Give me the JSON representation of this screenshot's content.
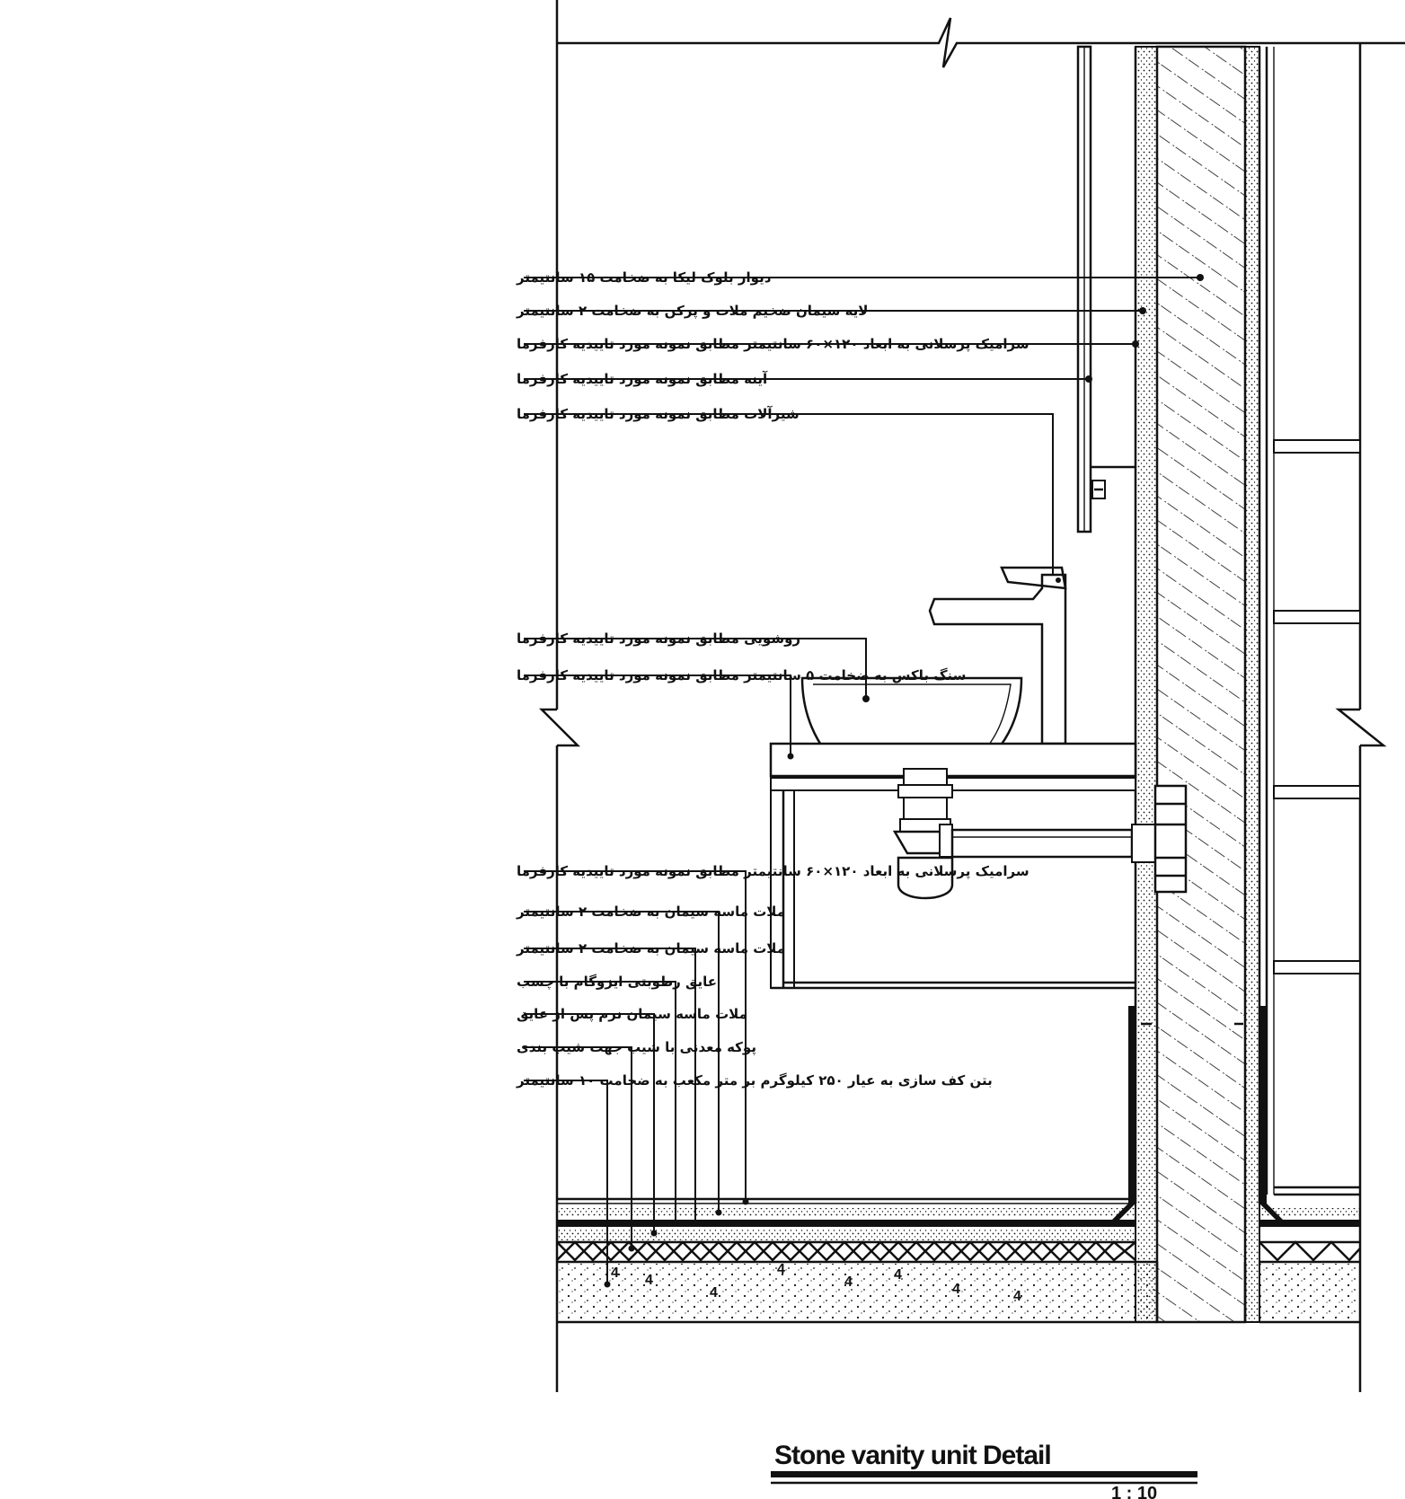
{
  "callouts_upper": [
    {
      "text": "دیوار بلوک لیکا به ضخامت ۱۵ سانتیمتر"
    },
    {
      "text": "لایه سیمان ضخیم ملات و پرکن به ضخامت ۲ سانتیمتر"
    },
    {
      "text": "سرامیک پرسلانی به ابعاد ۱۲۰×۶۰ سانتیمتر مطابق نمونه مورد تاییدیه کارفرما"
    },
    {
      "text": "آینه مطابق نمونه مورد تاییدیه کارفرما"
    },
    {
      "text": "شیرآلات مطابق نمونه مورد تاییدیه کارفرما"
    },
    {
      "text": "روشویی مطابق نمونه مورد تاییدیه کارفرما"
    },
    {
      "text": "سنگ باکس به ضخامت ۵ سانتیمتر مطابق نمونه مورد تاییدیه کارفرما"
    }
  ],
  "callouts_lower": [
    {
      "text": "سرامیک پرسلانی به ابعاد ۱۲۰×۶۰ سانتیمتر مطابق نمونه مورد تاییدیه کارفرما"
    },
    {
      "text": "ملات ماسه سیمان به ضخامت ۲ سانتیمتر"
    },
    {
      "text": "ملات ماسه سیمان به ضخامت ۲ سانتیمتر"
    },
    {
      "text": "عایق رطوبتی ایزوگام با چسب"
    },
    {
      "text": "ملات ماسه سیمان نرم پس از عایق"
    },
    {
      "text": "پوکه معدنی با شیب جهت شیب بندی"
    },
    {
      "text": "بتن کف سازی به عیار ۲۵۰ کیلوگرم بر متر مکعب به ضخامت ۱۰ سانتیمتر"
    }
  ],
  "title": "Stone vanity unit Detail",
  "scale": "1 : 10",
  "concrete_marks": [
    "4",
    "4",
    "4",
    "4",
    "4",
    "4",
    "4",
    "4"
  ]
}
